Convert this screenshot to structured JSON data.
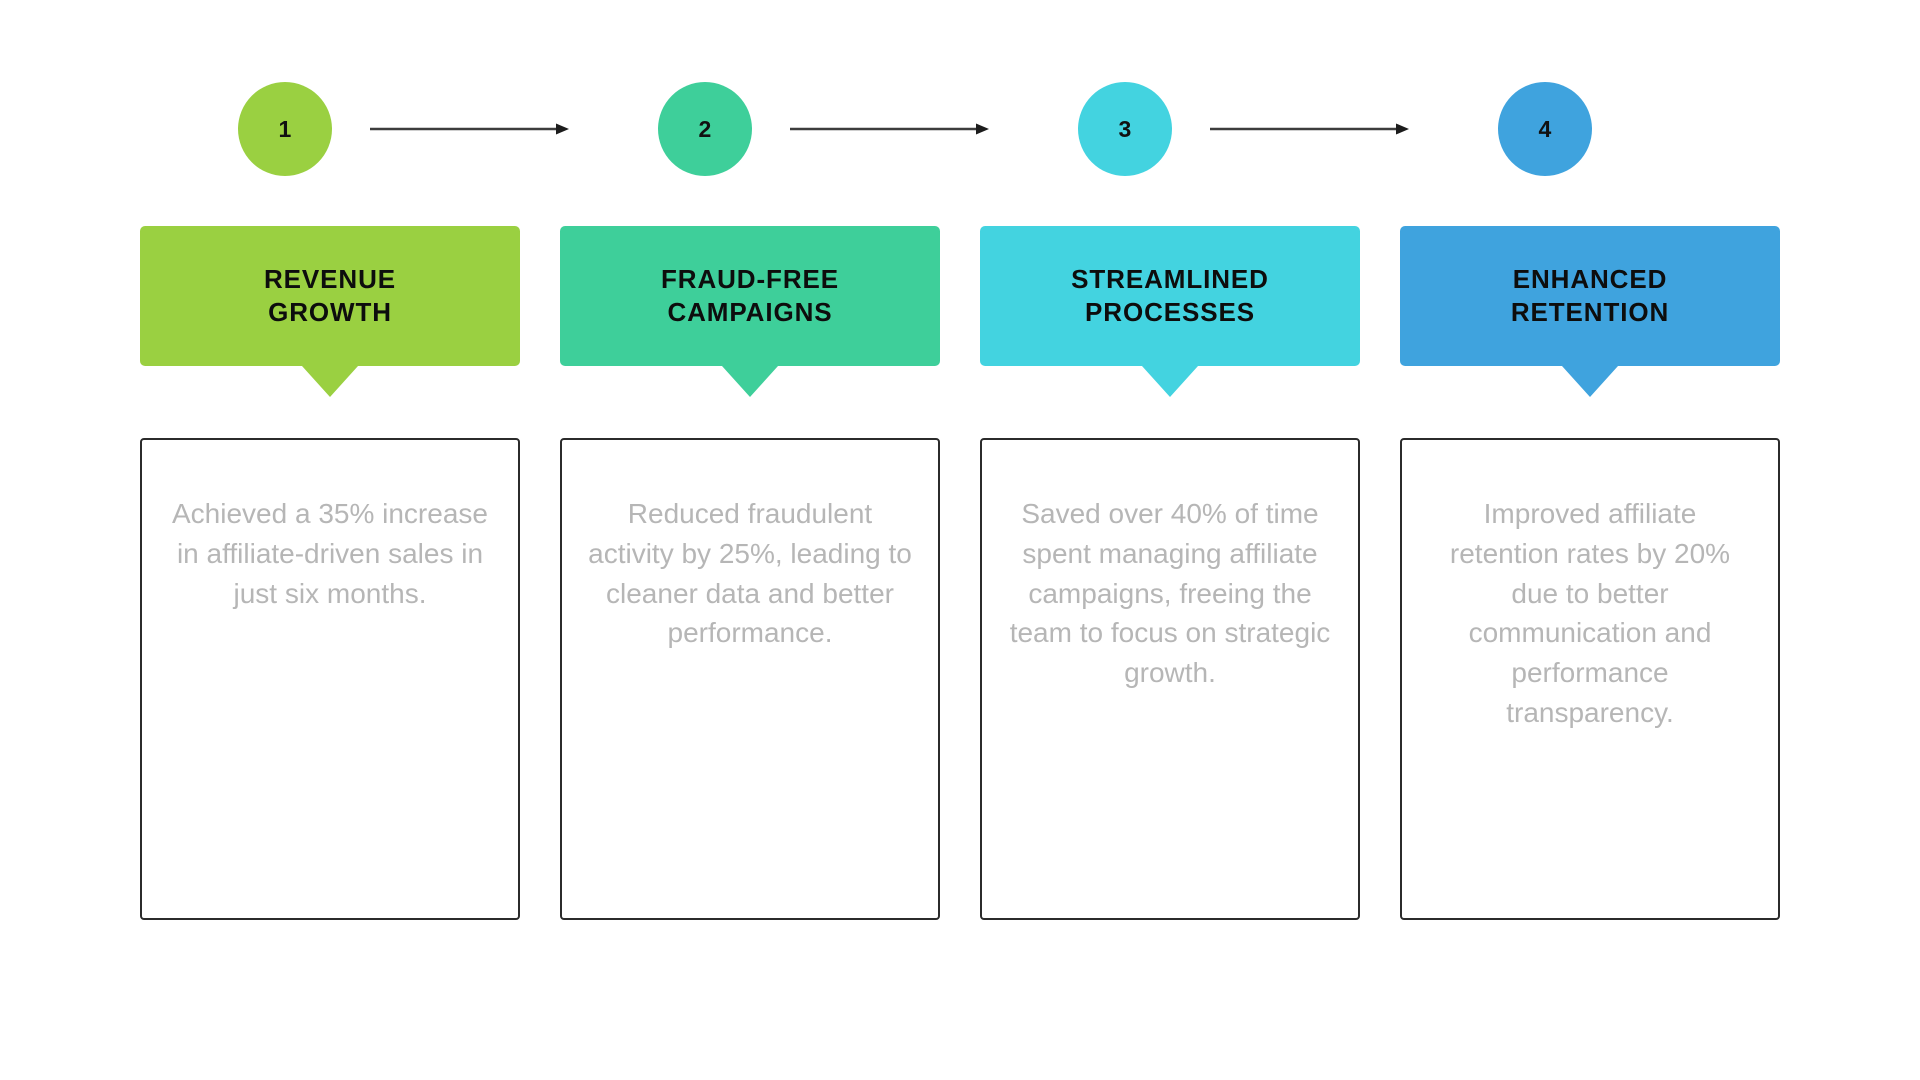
{
  "diagram": {
    "type": "4-step horizontal process infographic",
    "background_color": "#ffffff",
    "connector_color": "#3d3d3d",
    "card_border_color": "#2b2b2b",
    "card_text_color": "#b6b6b6",
    "banner_title_color": "#0d0d0d",
    "steps": [
      {
        "number": "1",
        "color": "#9ad041",
        "title": "REVENUE\nGROWTH",
        "description": "Achieved a 35% increase in affiliate-driven sales in just six months."
      },
      {
        "number": "2",
        "color": "#3ecf9a",
        "title": "FRAUD-FREE\nCAMPAIGNS",
        "description": "Reduced fraudulent activity by 25%, leading to cleaner data and better performance."
      },
      {
        "number": "3",
        "color": "#43d3e0",
        "title": "STREAMLINED\nPROCESSES",
        "description": "Saved over 40% of time spent managing affiliate campaigns, freeing the team to focus on strategic growth."
      },
      {
        "number": "4",
        "color": "#3fa3de",
        "title": "ENHANCED\nRETENTION",
        "description": "Improved affiliate retention rates by 20% due to better communication and performance transparency."
      }
    ]
  }
}
